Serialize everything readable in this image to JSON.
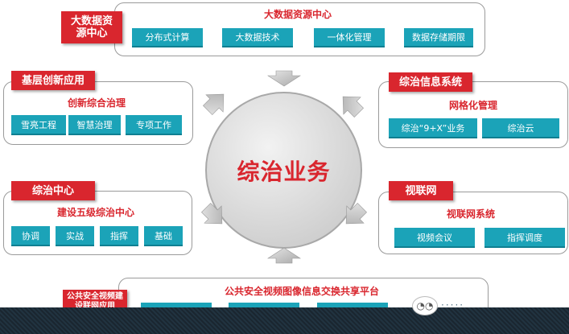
{
  "center": {
    "label": "综治业务"
  },
  "top": {
    "tag": "大数据资源中心",
    "subtitle": "大数据资源中心",
    "buttons": [
      "分布式计算",
      "大数据技术",
      "一体化管理",
      "数据存储期限"
    ]
  },
  "top_left": {
    "tag": "基层创新应用",
    "subtitle": "创新综合治理",
    "buttons": [
      "雪亮工程",
      "智慧治理",
      "专项工作"
    ]
  },
  "top_right": {
    "tag": "综治信息系统",
    "subtitle": "网格化管理",
    "buttons": [
      "综治“9+X”业务",
      "综治云"
    ]
  },
  "bottom_left": {
    "tag": "综治中心",
    "subtitle": "建设五级综治中心",
    "buttons": [
      "协调",
      "实战",
      "指挥",
      "基础"
    ]
  },
  "bottom_right": {
    "tag": "视联网",
    "subtitle": "视联网系统",
    "buttons": [
      "视频会议",
      "指挥调度"
    ]
  },
  "bottom": {
    "tag": "公共安全视频建设联网应用",
    "subtitle": "公共安全视频图像信息交换共享平台"
  },
  "colors": {
    "accent_red": "#d9262e",
    "teal": "#1ba3b8"
  }
}
